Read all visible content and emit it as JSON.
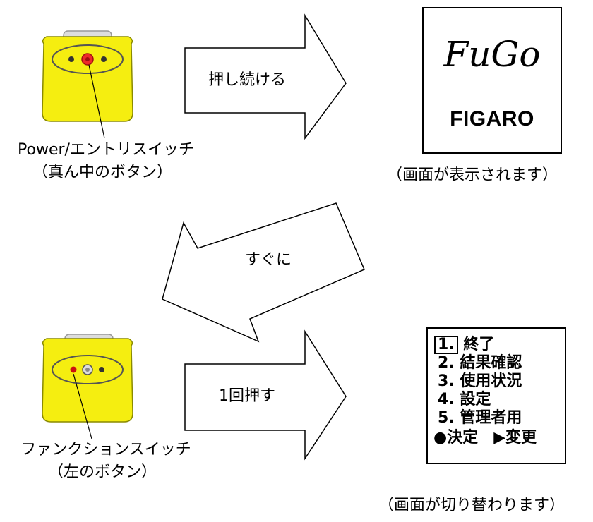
{
  "step1": {
    "arrow_label": "押し続ける",
    "button_caption_line1": "Power/エントリスイッチ",
    "button_caption_line2": "（真ん中のボタン）"
  },
  "splash": {
    "logo_script": "FuGo",
    "logo_brand": "FIGARO",
    "caption": "（画面が表示されます）"
  },
  "step2": {
    "arrow_label": "すぐに"
  },
  "step3": {
    "arrow_label": "1回押す",
    "button_caption_line1": "ファンクションスイッチ",
    "button_caption_line2": "（左のボタン）"
  },
  "menu": {
    "items": [
      {
        "num": "1.",
        "label": "終了"
      },
      {
        "num": "2.",
        "label": "結果確認"
      },
      {
        "num": "3.",
        "label": "使用状況"
      },
      {
        "num": "4.",
        "label": "設定"
      },
      {
        "num": "5.",
        "label": "管理者用"
      }
    ],
    "footer": "●決定　▶変更",
    "caption": "（画面が切り替わります）"
  },
  "colors": {
    "device_body": "#f5ee10",
    "power_button": "#ee2a2a",
    "function_button": "#cc1010"
  }
}
